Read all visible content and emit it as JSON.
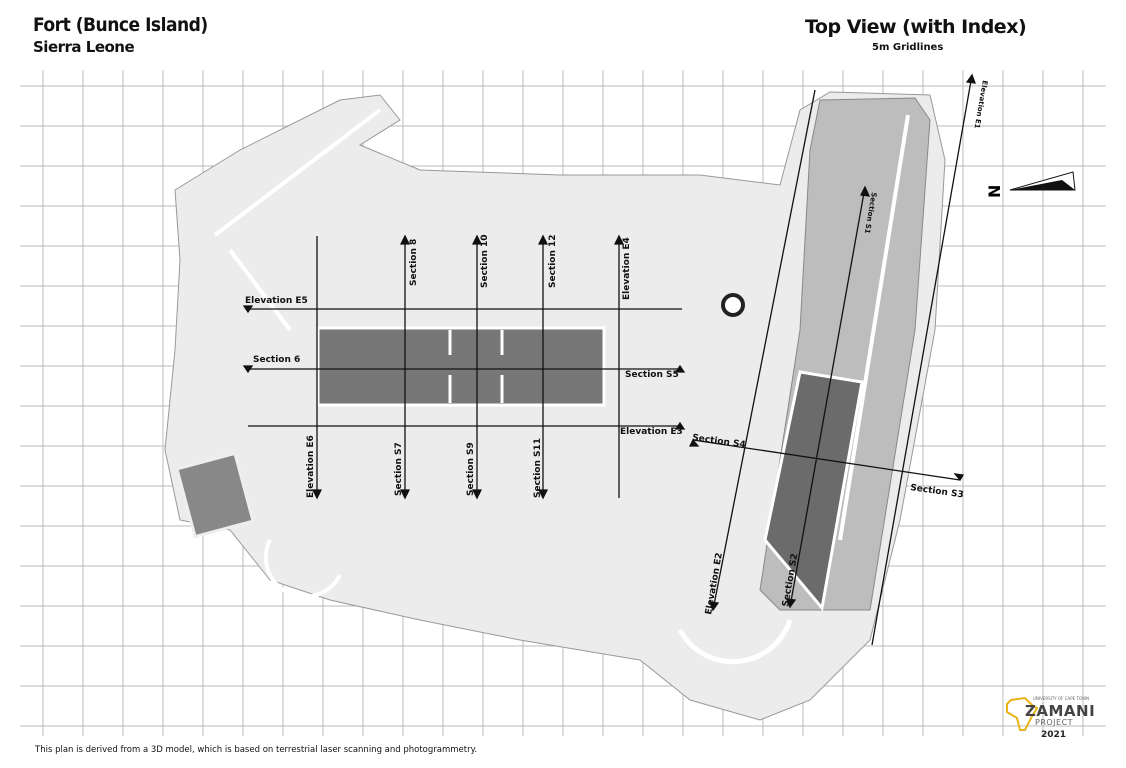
{
  "header": {
    "title": "Fort (Bunce Island)",
    "subtitle": "Sierra Leone",
    "view_title": "Top View (with Index)",
    "grid_note": "5m Gridlines"
  },
  "north_label": "N",
  "labels": {
    "e1": "Elevation E1",
    "e2": "Elevation E2",
    "e3": "Elevation E3",
    "e4": "Elevation E4",
    "e5": "Elevation E5",
    "e6": "Elevation E6",
    "s1": "Section S1",
    "s2": "Section S2",
    "s3": "Section S3",
    "s4": "Section S4",
    "s5": "Section S5",
    "s6": "Section 6",
    "s7": "Section S7",
    "s8": "Section 8",
    "s9": "Section S9",
    "s10": "Section 10",
    "s11": "Section S11",
    "s12": "Section 12"
  },
  "footer": "This plan is derived from a 3D model, which is based on terrestrial laser scanning and photogrammetry.",
  "logo": {
    "university": "UNIVERSITY OF CAPE TOWN",
    "name": "ZAMANI",
    "project": "PROJECT",
    "year": "2021",
    "accent": "#e8b419"
  }
}
